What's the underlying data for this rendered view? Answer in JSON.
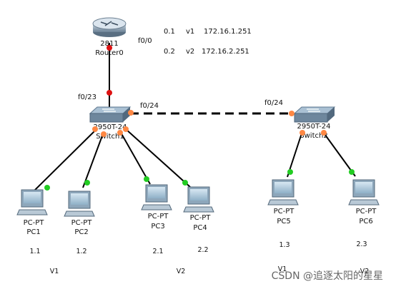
{
  "router": {
    "model": "2811",
    "name": "Router0",
    "port": "f0/0"
  },
  "subinterfaces": [
    {
      "sub": "0.1",
      "vlan": "v1",
      "ip": "172.16.1.251"
    },
    {
      "sub": "0.2",
      "vlan": "v2",
      "ip": "172.16.2.251"
    }
  ],
  "switch1": {
    "model": "2950T-24",
    "name": "Switch1",
    "port_router": "f0/23",
    "port_trunk": "f0/24"
  },
  "switch2": {
    "model": "2950T-24",
    "name": "Switch2",
    "port_trunk": "f0/24"
  },
  "pcs": [
    {
      "model": "PC-PT",
      "name": "PC1",
      "ip": "1.1"
    },
    {
      "model": "PC-PT",
      "name": "PC2",
      "ip": "1.2"
    },
    {
      "model": "PC-PT",
      "name": "PC3",
      "ip": "2.1"
    },
    {
      "model": "PC-PT",
      "name": "PC4",
      "ip": "2.2"
    },
    {
      "model": "PC-PT",
      "name": "PC5",
      "ip": "1.3"
    },
    {
      "model": "PC-PT",
      "name": "PC6",
      "ip": "2.3"
    }
  ],
  "vlan_labels": [
    "V1",
    "V2",
    "V1",
    "V2"
  ],
  "watermark": "CSDN @追逐太阳的星星",
  "colors": {
    "link": "#000000",
    "port_up": "#22cc22",
    "port_down": "#dd1111",
    "port_trunk": "#ff8844"
  }
}
